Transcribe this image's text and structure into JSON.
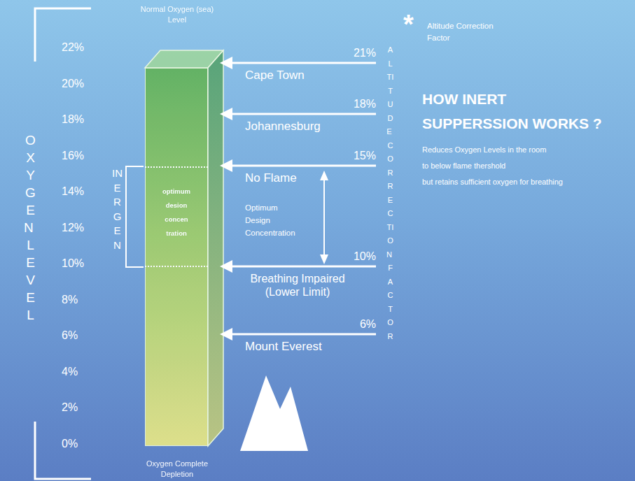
{
  "diagram": {
    "title": "HOW INERT SUPPERSSION WORKS ?",
    "nodes": [
      {
        "text": [
          "Normal Oxygen (sea) Level",
          "Oxygen Complete Depletion"
        ]
      },
      {
        "text": [
          "optimum desion concen tration"
        ],
        "in": 0
      }
    ],
    "labels": [
      "22%",
      "20%",
      "18%",
      "16%",
      "14%",
      "12%",
      "10%",
      "8%",
      "6%",
      "4%",
      "2%",
      "0%",
      "OXYGEN LEVEL",
      "INERGEN",
      "21%",
      "Cape Town",
      "18%",
      "Johannesburg",
      "15%",
      "No Flame",
      "Optimum Design Concentration",
      "10%",
      "Breathing Impaired (Lower Limit)",
      "6%",
      "Mount Everest",
      "ALTITUDE CORRECTION FACTOR",
      "*",
      "Altitude Correction Factor",
      "Reduces Oxygen Levels in the room",
      "to below flame thershold",
      "but retains sufficient oxygen for breathing"
    ]
  }
}
